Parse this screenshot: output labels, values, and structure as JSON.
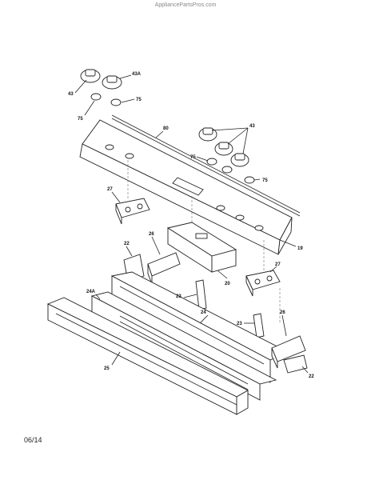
{
  "site": "AppliancePartsPros.com",
  "code": "06/14",
  "callouts": {
    "k43a": "43",
    "k43b": "43A",
    "k75a": "75",
    "k75b": "75",
    "k80": "80",
    "k43c": "43",
    "k75c": "75",
    "k75d": "75",
    "k27a": "27",
    "k22a": "22",
    "k26a": "26",
    "k19": "19",
    "k20": "20",
    "k27b": "27",
    "k24a": "24A",
    "k23a": "23",
    "k24": "24",
    "k23b": "23",
    "k26b": "26",
    "k25": "25",
    "k22b": "22"
  }
}
